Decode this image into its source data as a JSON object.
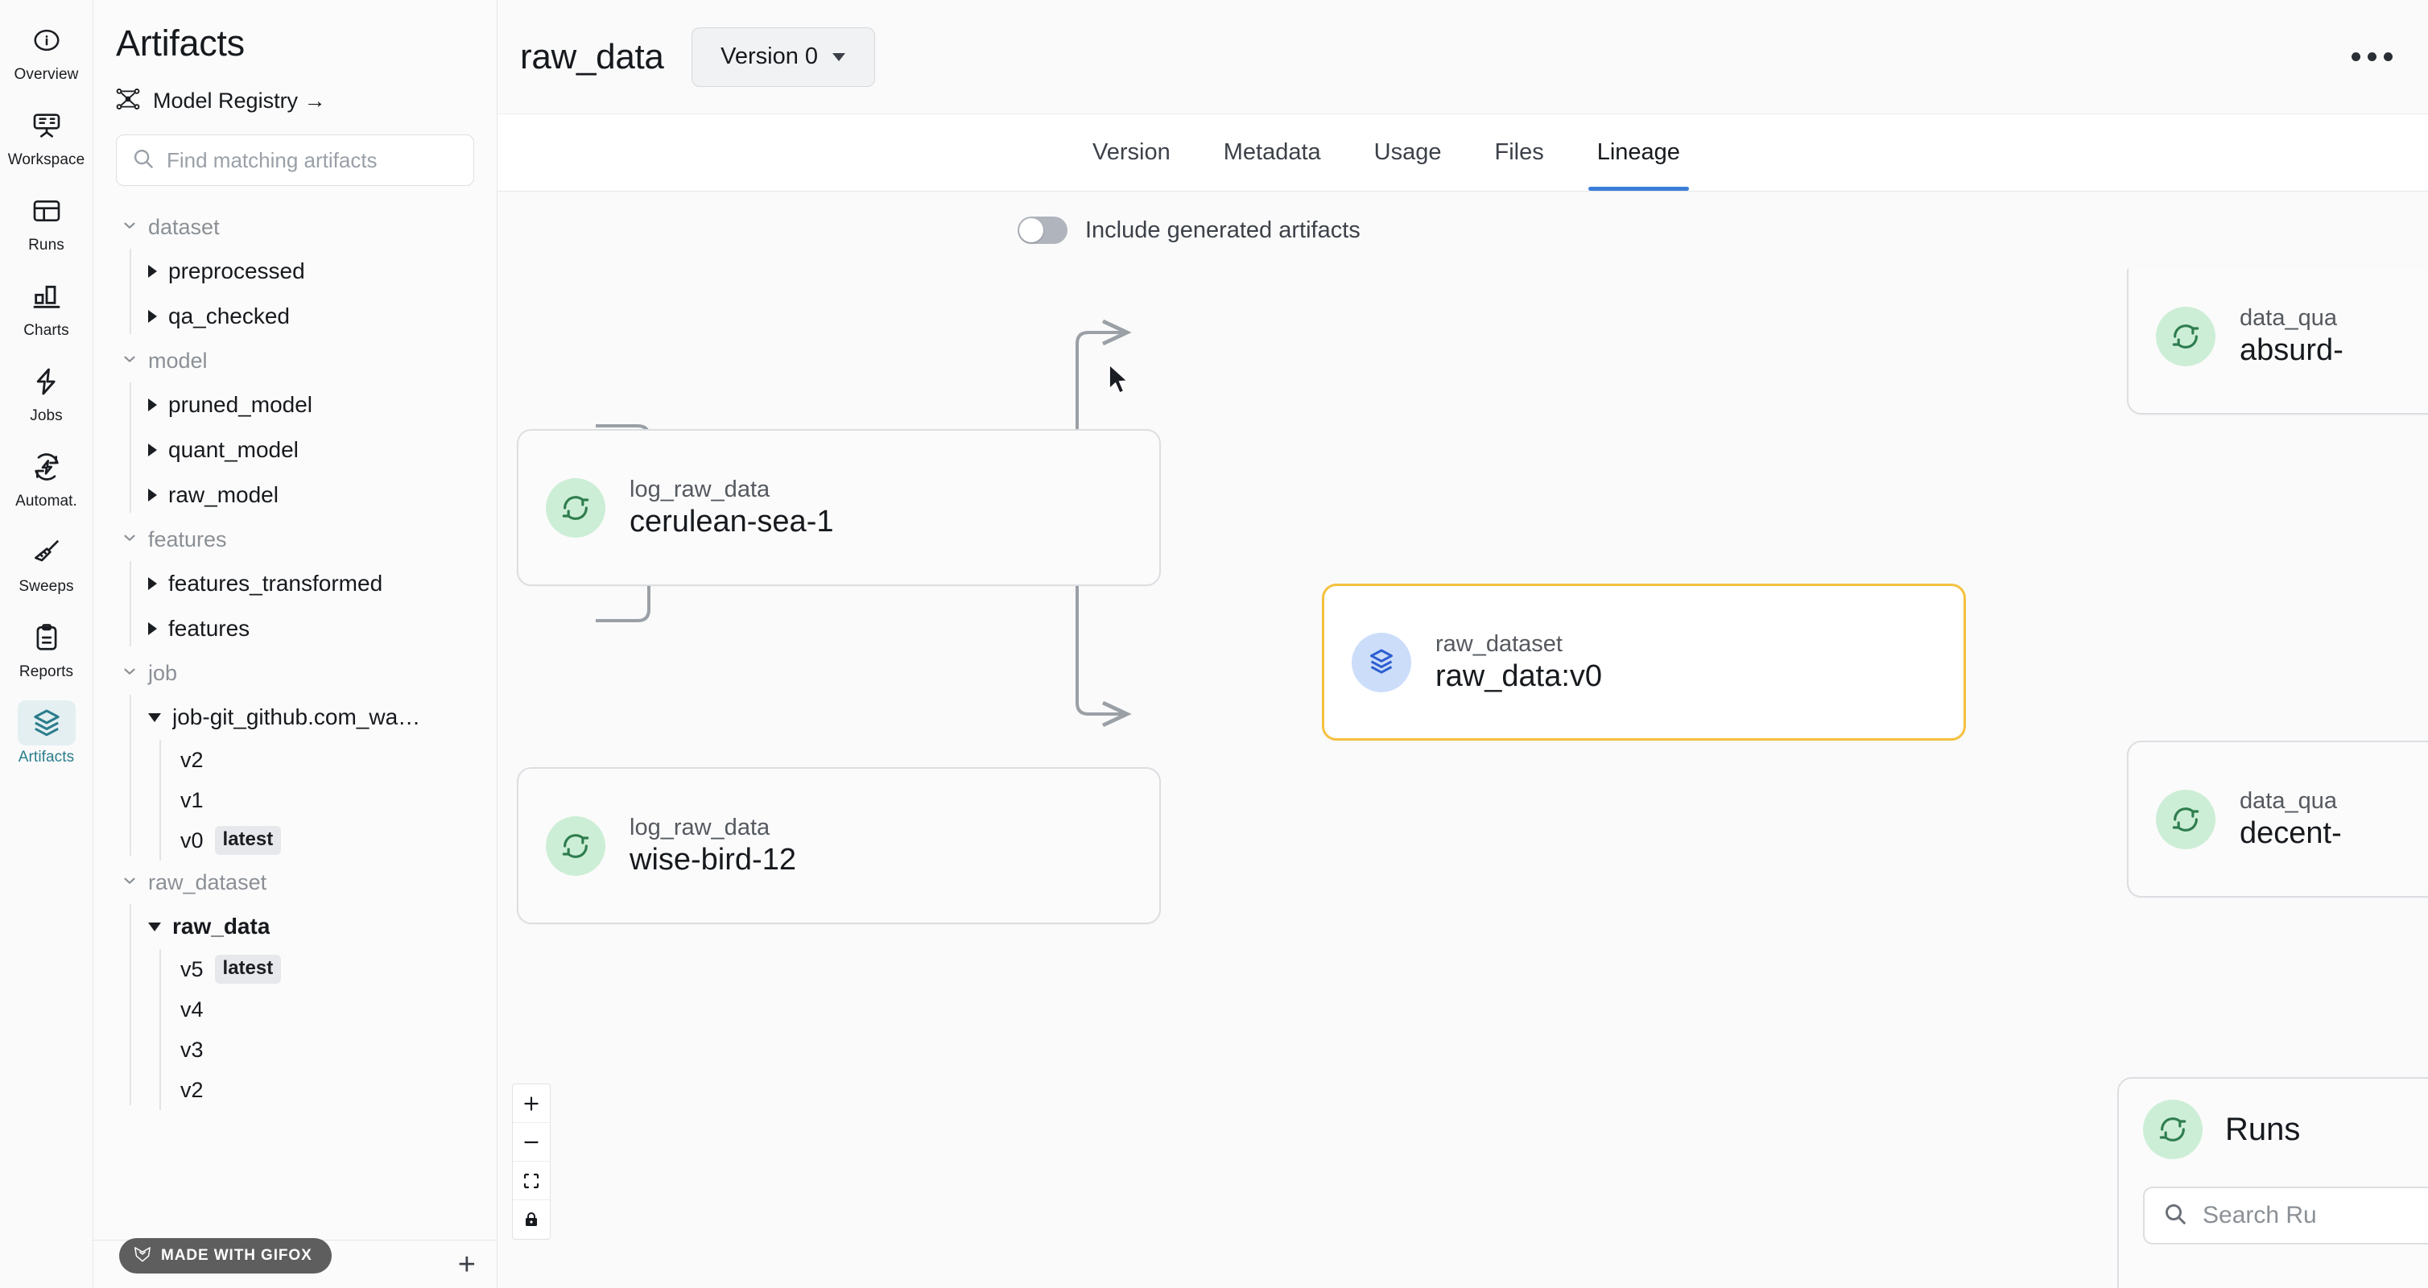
{
  "rail": {
    "items": [
      {
        "label": "Overview",
        "icon": "info-circle-icon",
        "active": false
      },
      {
        "label": "Workspace",
        "icon": "workspace-icon",
        "active": false
      },
      {
        "label": "Runs",
        "icon": "table-icon",
        "active": false
      },
      {
        "label": "Charts",
        "icon": "bar-chart-icon",
        "active": false
      },
      {
        "label": "Jobs",
        "icon": "bolt-icon",
        "active": false
      },
      {
        "label": "Automat.",
        "icon": "automation-icon",
        "active": false
      },
      {
        "label": "Sweeps",
        "icon": "broom-icon",
        "active": false
      },
      {
        "label": "Reports",
        "icon": "clipboard-icon",
        "active": false
      },
      {
        "label": "Artifacts",
        "icon": "layers-icon",
        "active": true
      }
    ]
  },
  "panel": {
    "title": "Artifacts",
    "registry_label": "Model Registry →",
    "registry_icon": "model-registry-icon",
    "search": {
      "value": "",
      "placeholder": "Find matching artifacts",
      "icon": "search-icon"
    },
    "add_button": "+",
    "tree": [
      {
        "type": "dataset",
        "label": "dataset",
        "expanded": true,
        "children": [
          {
            "label": "preprocessed",
            "expanded": false,
            "bold": false,
            "versions": []
          },
          {
            "label": "qa_checked",
            "expanded": false,
            "bold": false,
            "versions": []
          }
        ]
      },
      {
        "type": "model",
        "label": "model",
        "expanded": true,
        "children": [
          {
            "label": "pruned_model",
            "expanded": false,
            "bold": false,
            "versions": []
          },
          {
            "label": "quant_model",
            "expanded": false,
            "bold": false,
            "versions": []
          },
          {
            "label": "raw_model",
            "expanded": false,
            "bold": false,
            "versions": []
          }
        ]
      },
      {
        "type": "features",
        "label": "features",
        "expanded": true,
        "children": [
          {
            "label": "features_transformed",
            "expanded": false,
            "bold": false,
            "versions": []
          },
          {
            "label": "features",
            "expanded": false,
            "bold": false,
            "versions": []
          }
        ]
      },
      {
        "type": "job",
        "label": "job",
        "expanded": true,
        "children": [
          {
            "label": "job-git_github.com_wa…",
            "expanded": true,
            "bold": false,
            "versions": [
              {
                "label": "v2",
                "badge": ""
              },
              {
                "label": "v1",
                "badge": ""
              },
              {
                "label": "v0",
                "badge": "latest"
              }
            ]
          }
        ]
      },
      {
        "type": "raw_dataset",
        "label": "raw_dataset",
        "expanded": true,
        "children": [
          {
            "label": "raw_data",
            "expanded": true,
            "bold": true,
            "versions": [
              {
                "label": "v5",
                "badge": "latest"
              },
              {
                "label": "v4",
                "badge": ""
              },
              {
                "label": "v3",
                "badge": ""
              },
              {
                "label": "v2",
                "badge": ""
              }
            ]
          }
        ]
      }
    ]
  },
  "header": {
    "artifact_name": "raw_data",
    "version_select": "Version 0",
    "overflow_icon": "more-horizontal-icon"
  },
  "tabs": [
    {
      "label": "Version",
      "active": false
    },
    {
      "label": "Metadata",
      "active": false
    },
    {
      "label": "Usage",
      "active": false
    },
    {
      "label": "Files",
      "active": false
    },
    {
      "label": "Lineage",
      "active": true
    }
  ],
  "lineage": {
    "toggle_label": "Include generated artifacts",
    "toggle_on": false,
    "accent_selected": "#f5c13d",
    "accent_tab": "#3b7dd8",
    "run_icon_bg": "#cdeed6",
    "artifact_icon_bg": "#ccddfa",
    "nodes": [
      {
        "id": "n1",
        "kind": "run",
        "sub": "log_raw_data",
        "name": "cerulean-sea-1",
        "selected": false
      },
      {
        "id": "n2",
        "kind": "run",
        "sub": "log_raw_data",
        "name": "wise-bird-12",
        "selected": false
      },
      {
        "id": "n3",
        "kind": "artifact",
        "sub": "raw_dataset",
        "name": "raw_data:v0",
        "selected": true
      },
      {
        "id": "n4",
        "kind": "run",
        "sub": "data_qua",
        "name": "absurd-",
        "selected": false
      },
      {
        "id": "n5",
        "kind": "run",
        "sub": "data_qua",
        "name": "decent-",
        "selected": false
      }
    ],
    "runs_panel": {
      "title": "Runs",
      "search_placeholder": "Search Ru",
      "search_icon": "search-icon",
      "run_icon": "run-refresh-icon"
    },
    "zoom_controls": [
      {
        "name": "zoom-in",
        "glyph": "+"
      },
      {
        "name": "zoom-out",
        "glyph": "–"
      },
      {
        "name": "fit-view",
        "glyph": "⛶"
      },
      {
        "name": "lock",
        "glyph": "🔒"
      }
    ]
  },
  "watermark": {
    "text": "MADE WITH GIFOX",
    "icon": "gifox-fox-icon"
  }
}
